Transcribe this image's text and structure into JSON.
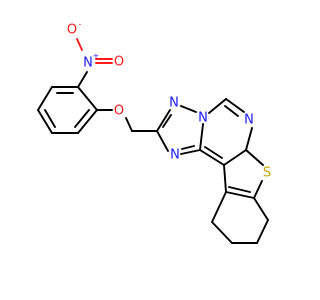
{
  "molecule": {
    "colors": {
      "carbon": "#000000",
      "nitrogen": "#1a1aff",
      "oxygen": "#ff1a1a",
      "sulfur": "#c8a800"
    },
    "atom_labels": {
      "nitro_n": "N",
      "nitro_n_charge": "+",
      "nitro_o_minus": "O",
      "nitro_o_minus_charge": "-",
      "nitro_o": "O",
      "ether_o": "O",
      "triazole_n1": "N",
      "triazole_n2": "N",
      "triazole_n3": "N",
      "pyrimidine_n": "N",
      "thiophene_s": "S"
    }
  }
}
